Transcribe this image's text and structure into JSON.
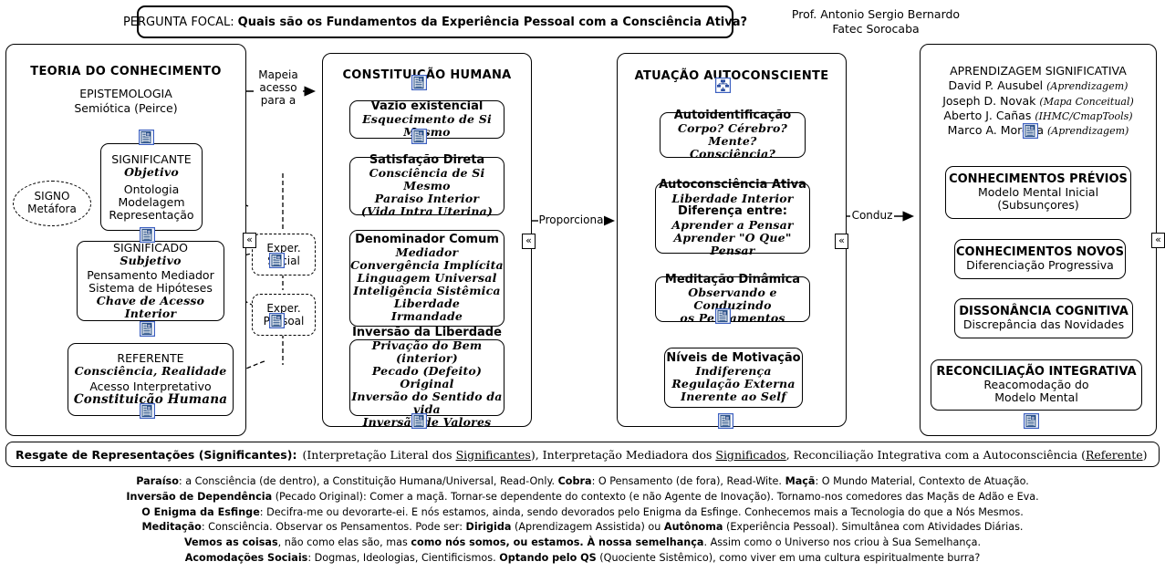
{
  "focus_question": {
    "label": "PERGUNTA FOCAL:",
    "text": "Quais são os Fundamentos da Experiência Pessoal com a Consciência Ativa?"
  },
  "author": {
    "name": "Prof. Antonio Sergio Bernardo",
    "affiliation": "Fatec Sorocaba"
  },
  "columns": {
    "col1": {
      "title": "TEORIA DO CONHECIMENTO",
      "subtitle1": "EPISTEMOLOGIA",
      "subtitle2": "Semiótica (Peirce)",
      "sign": {
        "l1": "SIGNO",
        "l2": "Metáfora"
      },
      "significante": {
        "t1": "SIGNIFICANTE",
        "t2": "Objetivo",
        "l1": "Ontologia",
        "l2": "Modelagem",
        "l3": "Representação"
      },
      "significado": {
        "t1": "SIGNIFICADO",
        "t2": "Subjetivo",
        "l1": "Pensamento Mediador",
        "l2": "Sistema de Hipóteses",
        "l3": "Chave de Acesso Interior"
      },
      "referente": {
        "t1": "REFERENTE",
        "t2": "Consciência, Realidade",
        "l1": "Acesso Interpretativo",
        "l2": "Constituição Humana"
      }
    },
    "col2": {
      "title": "CONSTITUIÇÃO HUMANA",
      "vazio": {
        "t1": "Vazio existencial",
        "l1": "Esquecimento de Si Mesmo"
      },
      "satisfacao": {
        "t1": "Satisfação Direta",
        "l1": "Consciência de Si Mesmo",
        "l2": "Paraiso Interior",
        "l3": "(Vida Intra Uterina)"
      },
      "denominador": {
        "t1": "Denominador Comum",
        "l1": "Mediador",
        "l2": "Convergência Implícita",
        "l3": "Linguagem Universal",
        "l4": "Inteligência Sistêmica",
        "l5": "Liberdade",
        "l6": "Irmandade"
      },
      "inversao": {
        "t1": "Inversão da Liberdade",
        "l1": "Privação do Bem (interior)",
        "l2": "Pecado (Defeito) Original",
        "l3": "Inversão do Sentido da vida",
        "l4": "Inversão de Valores"
      }
    },
    "col3": {
      "title": "ATUAÇÃO AUTOCONSCIENTE",
      "autoidentificacao": {
        "t1": "Autoidentificação",
        "l1": "Corpo? Cérebro? Mente?",
        "l2": "Consciência?"
      },
      "autoconsciencia": {
        "t1": "Autoconsciência Ativa",
        "l1": "Liberdade Interior",
        "t2": "Diferença entre:",
        "l2": "Aprender a Pensar",
        "l3": "Aprender \"O Que\" Pensar"
      },
      "meditacao": {
        "t1": "Meditação Dinâmica",
        "l1": "Observando e Conduzindo",
        "l2": "os Pensamentos"
      },
      "motivacao": {
        "t1": "Níveis de Motivação",
        "l1": "Indiferença",
        "l2": "Regulação Externa",
        "l3": "Inerente ao Self"
      }
    },
    "col4": {
      "title": "APRENDIZAGEM SIGNIFICATIVA",
      "authors": [
        {
          "name": "David P. Ausubel",
          "note": "(Aprendizagem)"
        },
        {
          "name": "Joseph D. Novak",
          "note": "(Mapa Conceitual)"
        },
        {
          "name": "Aberto J. Cañas",
          "note": "(IHMC/CmapTools)"
        },
        {
          "name": "Marco A. Moreira",
          "note": "(Aprendizagem)"
        }
      ],
      "previos": {
        "t1": "CONHECIMENTOS PRÉVIOS",
        "l1": "Modelo Mental Inicial",
        "l2": "(Subsunçores)"
      },
      "novos": {
        "t1": "CONHECIMENTOS NOVOS",
        "l1": "Diferenciação Progressiva"
      },
      "dissonancia": {
        "t1": "DISSONÂNCIA COGNITIVA",
        "l1": "Discrepância das Novidades"
      },
      "reconciliacao": {
        "t1": "RECONCILIAÇÃO INTEGRATIVA",
        "l1": "Reacomodação do",
        "l2": "Modelo Mental"
      }
    }
  },
  "connectors": {
    "mapeia": "Mapeia\nacesso\npara a",
    "mapeia_l1": "Mapeia",
    "mapeia_l2": "acesso",
    "mapeia_l3": "para a",
    "proporciona": "Proporciona",
    "conduz": "Conduz"
  },
  "experiences": {
    "social": {
      "l1": "Exper.",
      "l2": "Social"
    },
    "pessoal": {
      "l1": "Exper.",
      "l2": "Pessoal"
    }
  },
  "resgate": {
    "head": "Resgate de Representações (Significantes):",
    "p1": "(Interpretação Literal dos ",
    "u1": "Significantes",
    "p2": "), Interpretação Mediadora dos ",
    "u2": "Significados",
    "p3": ", Reconciliação Integrativa com a Autoconsciência (",
    "u3": "Referente",
    "p4": ")"
  },
  "footnotes": [
    {
      "parts": [
        {
          "b": "Paraíso"
        },
        {
          "t": ": a Consciência (de dentro), a Constituição Humana/Universal, Read-Only.   "
        },
        {
          "b": "Cobra"
        },
        {
          "t": ": O Pensamento (de fora), Read-Wite.   "
        },
        {
          "b": "Maçã"
        },
        {
          "t": ": O Mundo Material, Contexto de Atuação."
        }
      ]
    },
    {
      "parts": [
        {
          "b": "Inversão de Dependência"
        },
        {
          "t": " (Pecado Original): Comer a maçã. Tornar-se dependente do contexto (e não Agente de Inovação). Tornamo-nos comedores das Maçãs de Adão e Eva."
        }
      ]
    },
    {
      "parts": [
        {
          "b": "O Enigma da Esfinge"
        },
        {
          "t": ": Decifra-me ou devorarte-ei. E nós estamos, ainda, sendo devorados pelo Enigma da Esfinge. Conhecemos mais a Tecnologia do que a Nós Mesmos."
        }
      ]
    },
    {
      "parts": [
        {
          "b": "Meditação"
        },
        {
          "t": ": Consciência. Observar os Pensamentos. Pode ser: "
        },
        {
          "b": "Dirigida"
        },
        {
          "t": " (Aprendizagem Assistida) ou "
        },
        {
          "b": "Autônoma"
        },
        {
          "t": " (Experiência Pessoal). Simultânea com Atividades Diárias."
        }
      ]
    },
    {
      "parts": [
        {
          "b": "Vemos as coisas"
        },
        {
          "t": ", não como elas são, mas "
        },
        {
          "b": "como nós somos, ou estamos. À nossa semelhança"
        },
        {
          "t": ". Assim como o Universo nos criou à Sua Semelhança."
        }
      ]
    },
    {
      "parts": [
        {
          "b": "Acomodações Sociais"
        },
        {
          "t": ": Dogmas, Ideologias, Cientificismos. "
        },
        {
          "b": "Optando pelo QS"
        },
        {
          "t": " (Quociente Sistêmico), como viver em uma cultura espiritualmente burra?"
        }
      ]
    }
  ],
  "icons": {
    "resource": "resource-icon",
    "concept_map": "concept-map-icon",
    "collapse": "«"
  },
  "colors": {
    "line": "#000000",
    "background": "#ffffff",
    "icon_border": "#3b5fc0",
    "icon_fill": "#ffffff"
  }
}
